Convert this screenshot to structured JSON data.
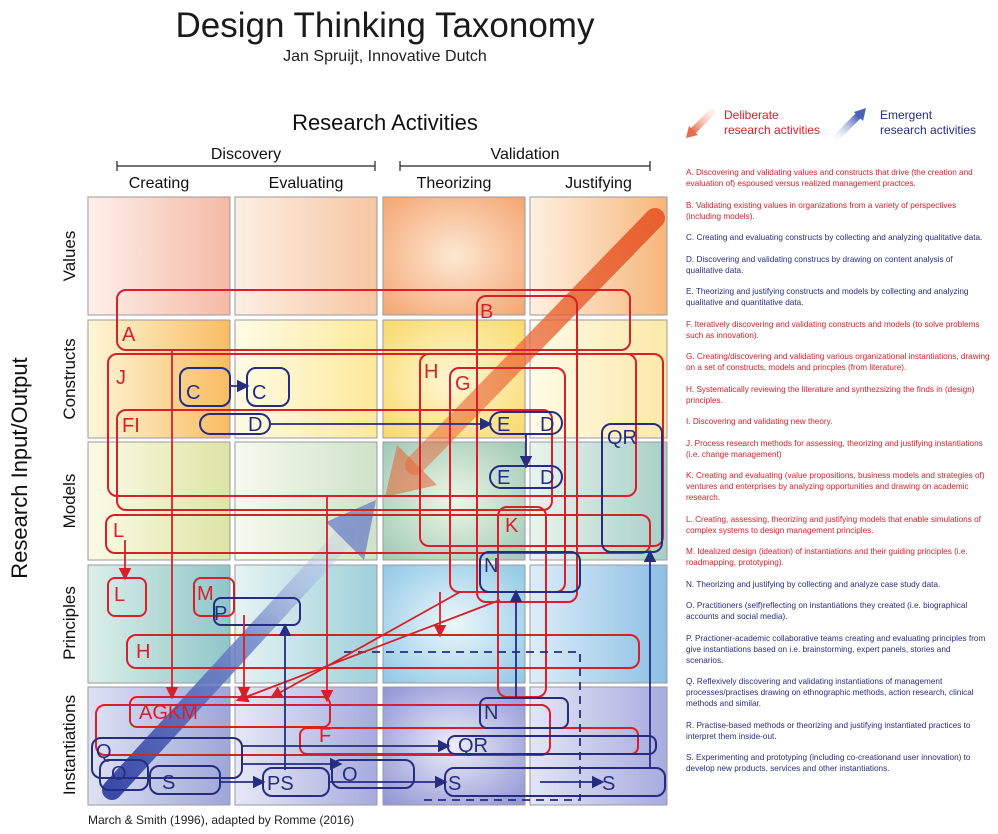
{
  "title": "Design Thinking Taxonomy",
  "subtitle": "Jan Spruijt, Innovative Dutch",
  "research_activities": "Research Activities",
  "research_io": "Research Input/Output",
  "groups": {
    "discovery": "Discovery",
    "validation": "Validation"
  },
  "columns": [
    "Creating",
    "Evaluating",
    "Theorizing",
    "Justifying"
  ],
  "rows": [
    "Values",
    "Constructs",
    "Models",
    "Principles",
    "Instantiations"
  ],
  "legend": {
    "deliberate": [
      "Deliberate",
      "research activities"
    ],
    "emergent": [
      "Emergent",
      "research activities"
    ]
  },
  "colors": {
    "red": "#d8202a",
    "blue": "#262d80"
  },
  "notes": [
    {
      "text": "A. Discovering and validating values and constructs that drive (the creation and evaluation of) espoused versus realized management practces.",
      "color": "red"
    },
    {
      "text": "B. Validating existing values in organizations from a variety of perspectives (including models).",
      "color": "red"
    },
    {
      "text": "C. Creating and evaluating constructs by collecting and analyzing qualitative data.",
      "color": "blue"
    },
    {
      "text": "D. Discovering and validating construcs by drawing on content analysis of qualitative data.",
      "color": "blue"
    },
    {
      "text": "E. Theorizing and justifying constructs and models by collecting and analyzing qualitative and quantitative data.",
      "color": "blue"
    },
    {
      "text": "F. Iteratively discovering and validating constructs and models (to solve problems such as innovation).",
      "color": "red"
    },
    {
      "text": "G. Creating/discovering and validating various organizational instantiations, drawing on a set of constructs, models and princples (from literature).",
      "color": "red"
    },
    {
      "text": "H. Systematically reviewing the literature and synthezsizing the finds in (design) principles.",
      "color": "red"
    },
    {
      "text": "I. Discovering and validating new theory.",
      "color": "red"
    },
    {
      "text": "J. Process research methods for assessing, theorizing  and justifying instantiations (i.e. change management)",
      "color": "red"
    },
    {
      "text": "K. Creating and evaluating (value propositions, business models and strategies of) ventures and enterprises by analyzing opportunities and drawing on academic research.",
      "color": "red"
    },
    {
      "text": "L. Creating, assessing, theorizing and justifying models that enable simulations of complex systems to design management principles.",
      "color": "red"
    },
    {
      "text": "M. Idealized design (ideation) of instantiations and their guiding principles (i.e. roadmapping, prototyping).",
      "color": "red"
    },
    {
      "text": "N. Theorizing and justifying by collecting and analyze case study data.",
      "color": "blue"
    },
    {
      "text": "O. Practitioners (self)reflecting on instantiations they created (i.e. biographical accounts and social media).",
      "color": "blue"
    },
    {
      "text": "P. Practioner-academic collaborative teams creating and evaluating principles from give instantiations based on i.e. brainstorming, expert panels, stories and scenarios.",
      "color": "blue"
    },
    {
      "text": "Q. Reflexively discovering and validating instantiations of management processes/practises drawing on ethnographic methods, action research, clinical methods and similar.",
      "color": "blue"
    },
    {
      "text": "R. Practise-based methods or theorizing and justifying instantiated practices to interpret them inside-out.",
      "color": "blue"
    },
    {
      "text": "S. Experimenting and prototyping (including co-creationand user innovation) to develop new products, services and other instantiations.",
      "color": "blue"
    }
  ],
  "footer": "March & Smith (1996), adapted by Romme (2016)",
  "cell_letters": {
    "A": "A",
    "B": "B",
    "J": "J",
    "H": "H",
    "G": "G",
    "FI": "FI",
    "QR": "QR",
    "L": "L",
    "K": "K",
    "M": "M",
    "P": "P",
    "N": "N",
    "AGKM": "AGKM",
    "F": "F",
    "Q": "Q",
    "O": "O",
    "S": "S",
    "PS": "PS",
    "C": "C",
    "D": "D",
    "E": "E"
  }
}
